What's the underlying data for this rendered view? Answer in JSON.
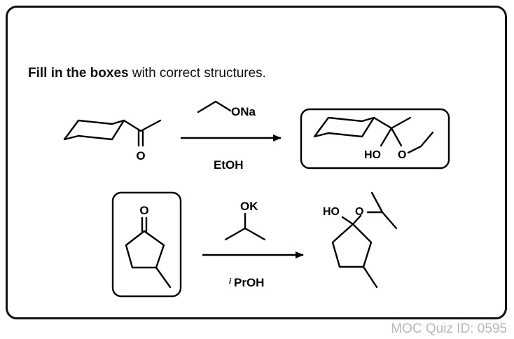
{
  "instruction": {
    "bold": "Fill in the boxes",
    "rest": " with correct structures."
  },
  "reaction1": {
    "reagent_atom": "ONa",
    "solvent": "EtOH",
    "product_labels": {
      "hydroxyl": "HO",
      "ether_oxygen": "O"
    },
    "reactant_labels": {
      "carbonyl_oxygen": "O"
    }
  },
  "reaction2": {
    "reagent_atom": "OK",
    "solvent_prefix": "i",
    "solvent": "PrOH",
    "reactant_labels": {
      "carbonyl_oxygen": "O"
    },
    "product_labels": {
      "hydroxyl": "HO",
      "ether_oxygen": "O"
    }
  },
  "footer": "MOC Quiz ID: 0595",
  "colors": {
    "ink": "#000000",
    "footer": "#b8b8b8",
    "background": "#ffffff"
  }
}
